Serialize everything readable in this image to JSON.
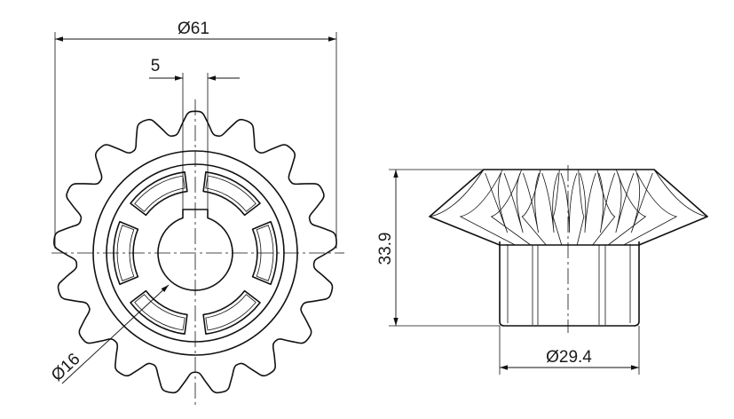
{
  "dimensions": {
    "outer_diameter": "Ø61",
    "keyway_width": "5",
    "bore_diameter": "Ø16",
    "height": "33.9",
    "hub_diameter": "Ø29.4"
  },
  "gear": {
    "teeth_count": 17
  },
  "colors": {
    "line": "#111111",
    "background": "#ffffff"
  }
}
